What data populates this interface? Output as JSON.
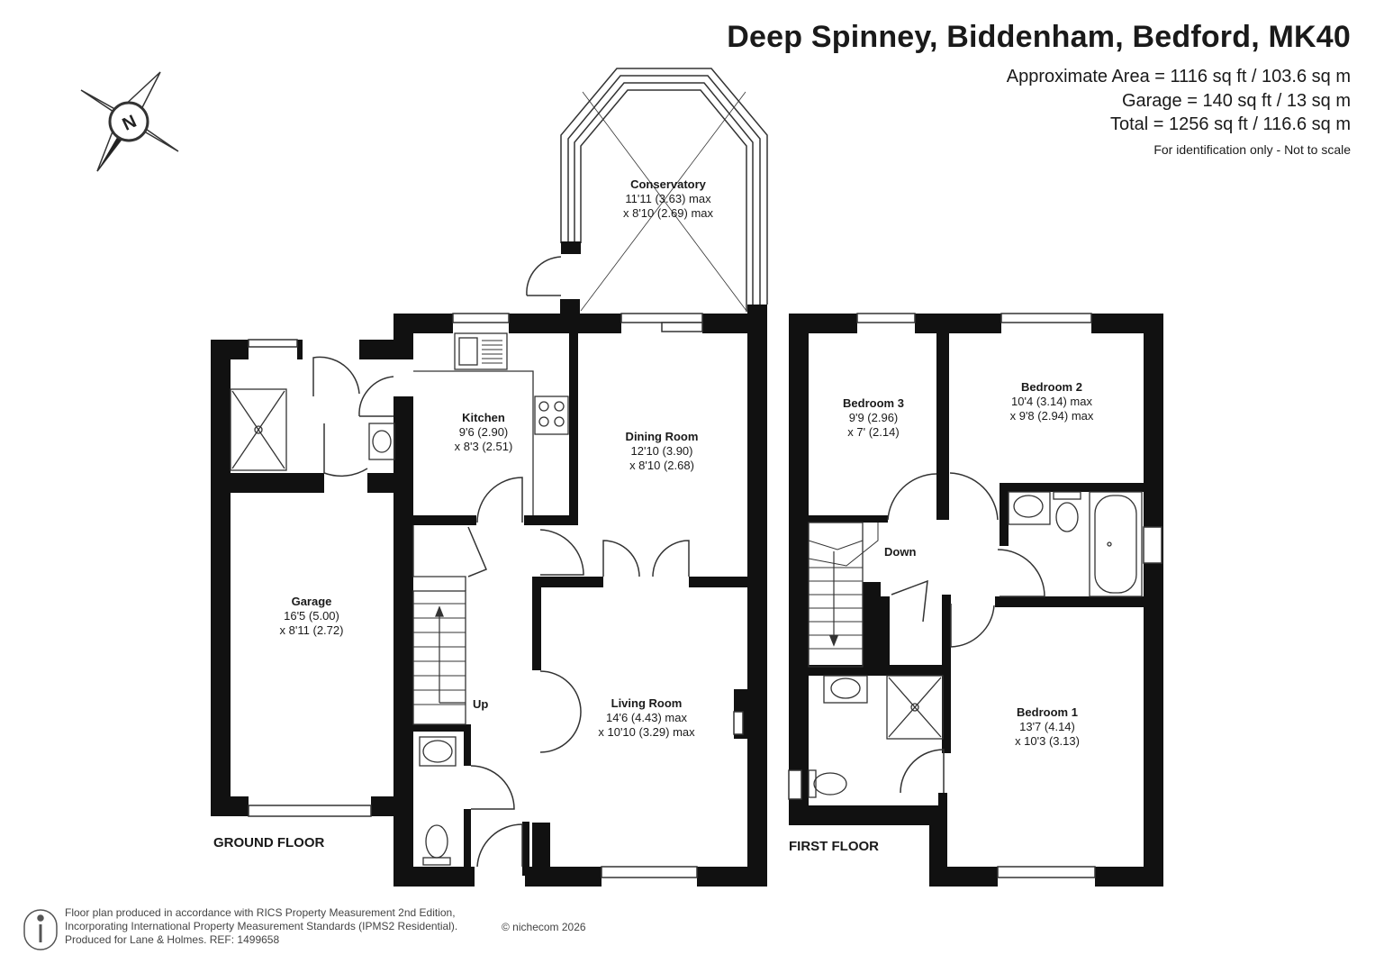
{
  "header": {
    "title": "Deep Spinney, Biddenham, Bedford, MK40",
    "area_approx": "Approximate Area = 1116 sq ft / 103.6 sq m",
    "area_garage": "Garage = 140 sq ft / 13 sq m",
    "area_total": "Total = 1256 sq ft / 116.6 sq m",
    "note": "For identification only - Not to scale"
  },
  "compass": {
    "label": "N",
    "icon": "compass-icon"
  },
  "floors": {
    "ground": "GROUND FLOOR",
    "first": "FIRST FLOOR"
  },
  "rooms": {
    "conservatory": {
      "name": "Conservatory",
      "dim1": "11'11 (3.63) max",
      "dim2": "x 8'10 (2.69) max"
    },
    "kitchen": {
      "name": "Kitchen",
      "dim1": "9'6 (2.90)",
      "dim2": "x 8'3 (2.51)"
    },
    "dining": {
      "name": "Dining Room",
      "dim1": "12'10 (3.90)",
      "dim2": "x 8'10 (2.68)"
    },
    "garage": {
      "name": "Garage",
      "dim1": "16'5 (5.00)",
      "dim2": "x 8'11 (2.72)"
    },
    "living": {
      "name": "Living Room",
      "dim1": "14'6 (4.43) max",
      "dim2": "x 10'10 (3.29) max"
    },
    "bedroom3": {
      "name": "Bedroom 3",
      "dim1": "9'9 (2.96)",
      "dim2": "x 7' (2.14)"
    },
    "bedroom2": {
      "name": "Bedroom 2",
      "dim1": "10'4 (3.14) max",
      "dim2": "x 9'8 (2.94) max"
    },
    "bedroom1": {
      "name": "Bedroom 1",
      "dim1": "13'7 (4.14)",
      "dim2": "x 10'3 (3.13)"
    }
  },
  "stair_labels": {
    "up": "Up",
    "down": "Down"
  },
  "footer": {
    "line1": "Floor plan produced in accordance with RICS Property Measurement 2nd Edition,",
    "line2": "Incorporating International Property Measurement Standards (IPMS2 Residential).",
    "line3": "Produced for Lane & Holmes.   REF:  1499658",
    "copyright": "© nichecom 2026",
    "icon": "person-info-icon"
  },
  "colors": {
    "wall": "#111111",
    "line": "#333333",
    "background": "#ffffff"
  }
}
